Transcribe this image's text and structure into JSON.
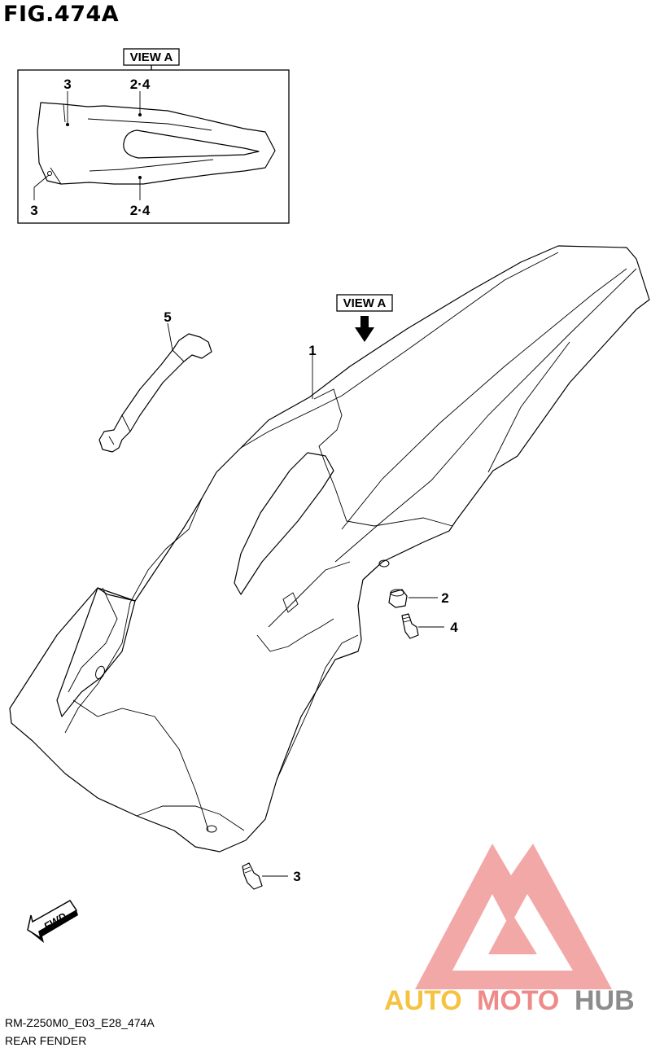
{
  "figure": {
    "title": "FIG.474A"
  },
  "view_tag": {
    "label": "VIEW A",
    "arrow_icon": "down-arrow-icon"
  },
  "inset": {
    "label": "VIEW A",
    "callouts": {
      "top_left": "3",
      "top_mid": "2·4",
      "bottom_left": "3",
      "bottom_mid": "2·4"
    }
  },
  "parts": {
    "p1": "1",
    "p2": "2",
    "p3": "3",
    "p4": "4",
    "p5": "5"
  },
  "direction": {
    "label": "FWD",
    "icon": "forward-arrow-icon"
  },
  "watermark": {
    "word1": "AUTO",
    "word2": "MOTO",
    "word3": "HUB",
    "colors": {
      "auto": "#f5c341",
      "moto": "#ef8a8a",
      "hub": "#8c8c8c",
      "logo": "#f29a9a"
    }
  },
  "footer": {
    "code": "RM-Z250M0_E03_E28_474A",
    "name": "REAR FENDER"
  }
}
